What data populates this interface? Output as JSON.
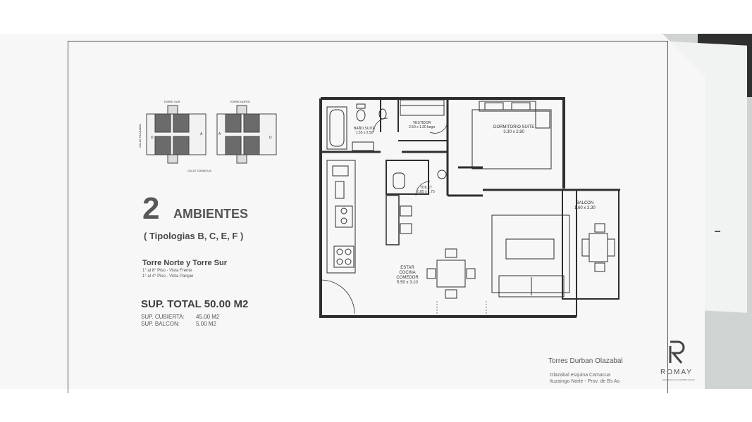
{
  "heading": {
    "number": "2",
    "title": "AMBIENTES",
    "typologies": "( Tipologias B, C, E, F )"
  },
  "towers": {
    "title": "Torre Norte y Torre Sur",
    "line1": "1° al 8° Piso - Vista Frente",
    "line2": "1° al 4° Piso - Vista Parque"
  },
  "surfaces": {
    "total": "SUP. TOTAL 50.00 M2",
    "covered_label": "SUP. CUBIERTA:",
    "covered_value": "45.00 M2",
    "balcony_label": "SUP. BALCON:",
    "balcony_value": "5.00 M2"
  },
  "keyplan": {
    "label_top": "TORRE SUR",
    "label_top2": "TORRE NORTE",
    "label_side": "CALLE OLAZABAL",
    "label_bottom": "CALLE CAMACUA",
    "units_left": [
      "D",
      "A"
    ],
    "units_right": [
      "A",
      "D"
    ]
  },
  "rooms": {
    "bano_suite": {
      "name": "BAÑO SUITE",
      "size": "1.55 x 2.50"
    },
    "vestidor": {
      "name": "VESTIDOR",
      "size": "2.50 x 1.30 largo"
    },
    "dormitorio": {
      "name": "DORMITORIO SUITE",
      "size": "3.30 x 2.80"
    },
    "toilet": {
      "name": "TOILET",
      "size": "0.85 x 1.75"
    },
    "balcon": {
      "name": "BALCON",
      "size": "1.60 x 3.30"
    },
    "estar": {
      "name": "ESTAR COCINA COMEDOR",
      "size": "5.50 x 3.10"
    }
  },
  "footer": {
    "project": "Torres Durban Olazabal",
    "address1": "Olazabal esquina Camacua",
    "address2": "Ituzaingo Norte - Prov. de Bs As",
    "brand": "ROMAY",
    "brand_sub": "DESARROLLOS INMOBILIARIOS"
  }
}
